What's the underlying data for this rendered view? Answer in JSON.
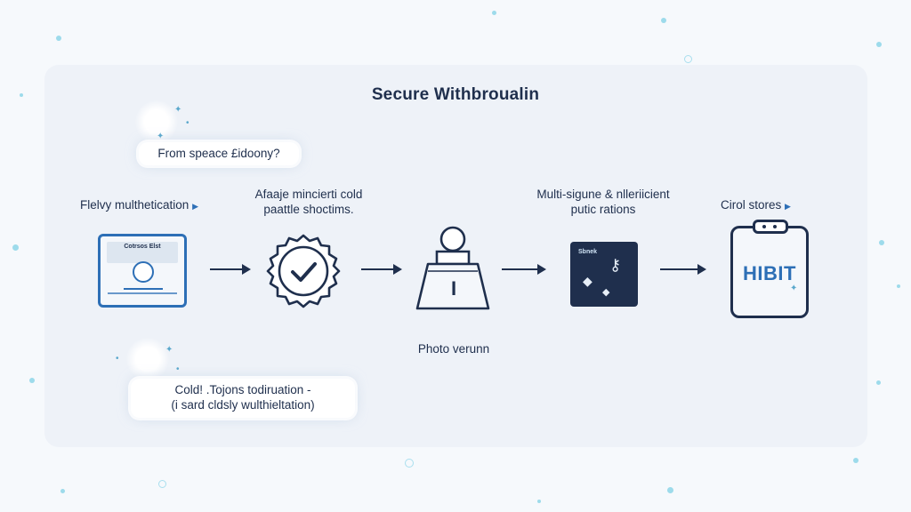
{
  "title": "Secure Withbroualin",
  "bubbles": {
    "top": "From speace £idoony?",
    "bottom_line1": "Cold! .Tojons todiruation -",
    "bottom_line2": "(i sard cldsly wulthieltation)"
  },
  "steps": [
    {
      "label": "Flelvy multhetication",
      "icon": "id-card-icon",
      "card_text": "Cotrsos Elst"
    },
    {
      "label_line1": "Afaaje mincierti cold",
      "label_line2": "paattle shoctims.",
      "icon": "verified-badge-icon"
    },
    {
      "label": "Photo verunn",
      "icon": "hardware-wallet-icon",
      "device_text": "I"
    },
    {
      "label_line1": "Multi-sigune & nlleriicient",
      "label_line2": "putic rations",
      "icon": "multisig-device-icon",
      "device_text": "Sbnek"
    },
    {
      "label": "Cirol stores",
      "icon": "cold-storage-device-icon",
      "device_text": "HIBIT"
    }
  ],
  "colors": {
    "ink": "#1f2f4d",
    "accent": "#2d6fb6",
    "panel": "#eef2f8",
    "dark_device": "#1f2f4d"
  }
}
